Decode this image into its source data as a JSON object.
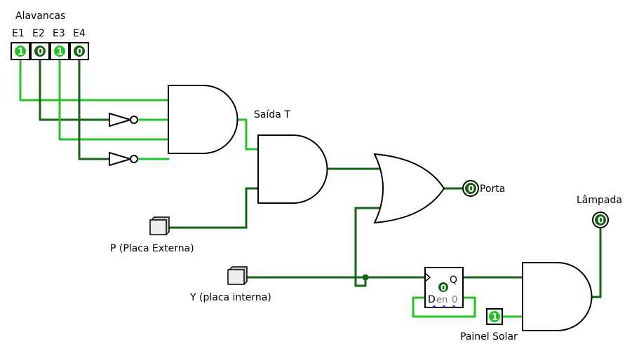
{
  "labels": {
    "alavancas": "Alavancas",
    "e1": "E1",
    "e2": "E2",
    "e3": "E3",
    "e4": "E4",
    "saida_t": "Saída T",
    "porta": "Porta",
    "lampada": "Lâmpada",
    "p_placa": "P (Placa Externa)",
    "y_placa": "Y (placa interna)",
    "painel_solar": "Painel Solar",
    "ff_q": "Q",
    "ff_d": "D",
    "ff_en": "en",
    "ff_state": "0"
  },
  "values": {
    "e1": "1",
    "e2": "0",
    "e3": "1",
    "e4": "0",
    "porta": "0",
    "lampada": "0",
    "painel_solar": "1",
    "ff_clear": "0"
  },
  "colors": {
    "wire_high": "#22c322",
    "wire_low": "#146414",
    "pin_high": "#22c322",
    "pin_low": "#146414"
  }
}
